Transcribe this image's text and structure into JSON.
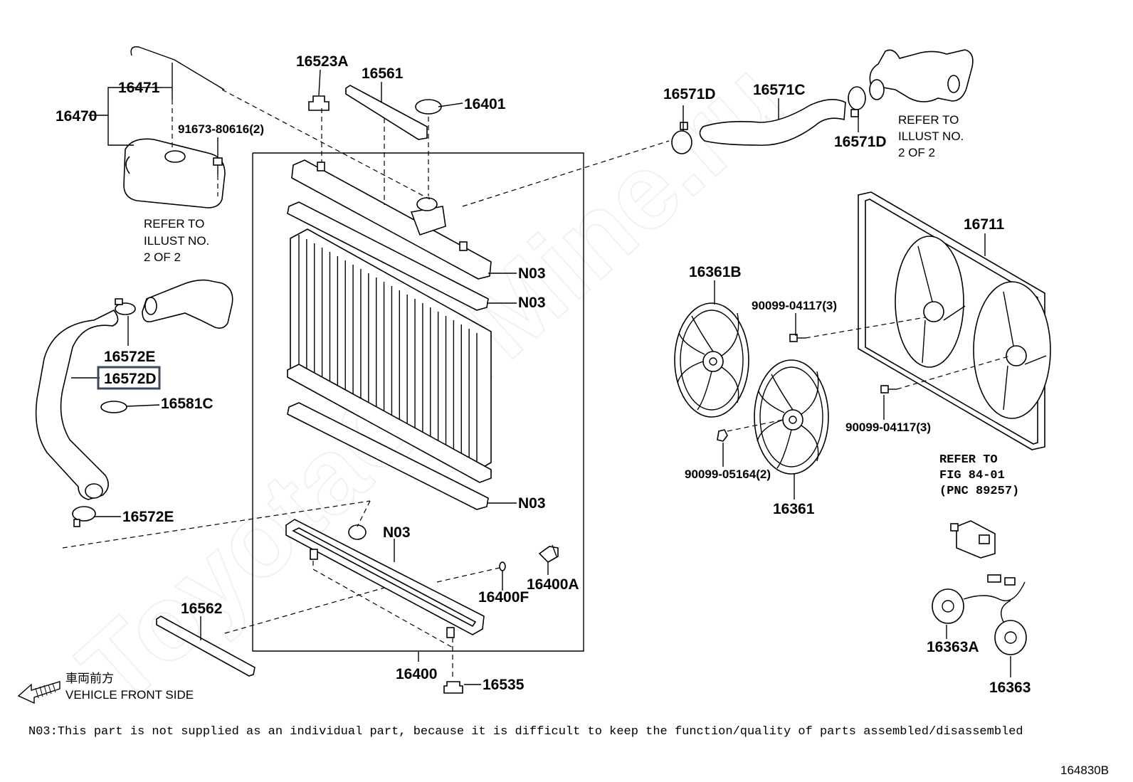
{
  "watermark": "ToyotaCarMine.ru",
  "labels": {
    "p16471": "16471",
    "p16470": "16470",
    "p91673": "91673-80616(2)",
    "p16523A": "16523A",
    "p16561": "16561",
    "p16401": "16401",
    "p16571D_a": "16571D",
    "p16571C": "16571C",
    "p16571D_b": "16571D",
    "p16711": "16711",
    "p16361B": "16361B",
    "p90099_04117_a": "90099-04117(3)",
    "p90099_04117_b": "90099-04117(3)",
    "p90099_05164": "90099-05164(2)",
    "p16361": "16361",
    "p16572E_a": "16572E",
    "p16572D": "16572D",
    "p16581C": "16581C",
    "p16572E_b": "16572E",
    "n03_a": "N03",
    "n03_b": "N03",
    "n03_c": "N03",
    "n03_d": "N03",
    "p16400F": "16400F",
    "p16400A": "16400A",
    "p16562": "16562",
    "p16400": "16400",
    "p16535": "16535",
    "p16363A": "16363A",
    "p16363": "16363"
  },
  "refer_notes": {
    "left": [
      "REFER TO",
      "ILLUST NO.",
      "2 OF 2"
    ],
    "top_right": [
      "REFER TO",
      "ILLUST NO.",
      "2 OF 2"
    ],
    "fig": [
      "REFER TO",
      "FIG 84-01",
      "(PNC 89257)"
    ]
  },
  "vehicle_front": {
    "jp": "車両前方",
    "en": "VEHICLE FRONT SIDE"
  },
  "footnote": "N03:This part is not supplied as an individual part, because it is difficult to keep the function/quality of parts assembled/disassembled",
  "diagram_id": "164830B"
}
